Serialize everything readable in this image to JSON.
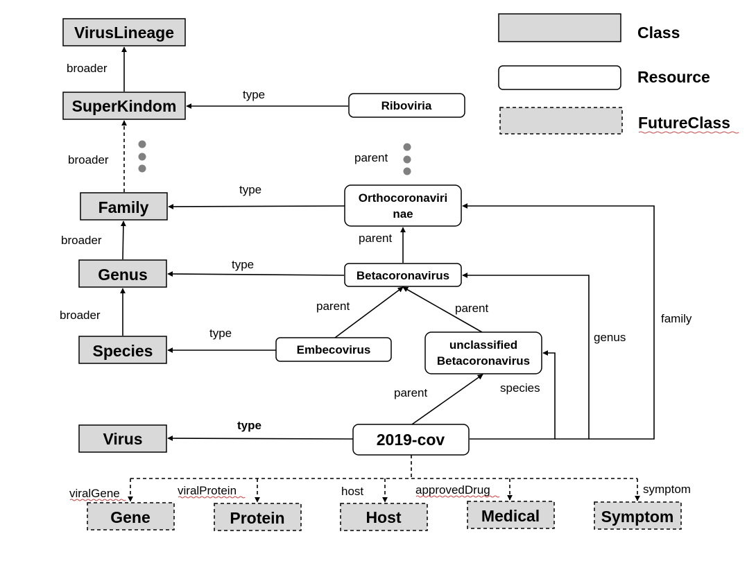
{
  "legend": {
    "class": "Class",
    "resource": "Resource",
    "future_class": "FutureClass"
  },
  "classes": {
    "virus_lineage": "VirusLineage",
    "super_kingdom": "SuperKindom",
    "family": "Family",
    "genus": "Genus",
    "species": "Species",
    "virus": "Virus"
  },
  "future_classes": {
    "gene": "Gene",
    "protein": "Protein",
    "host": "Host",
    "medical": "Medical",
    "symptom": "Symptom"
  },
  "resources": {
    "riboviria": "Riboviria",
    "orthocoronavirinae_line1": "Orthocoronaviri",
    "orthocoronavirinae_line2": "nae",
    "betacoronavirus": "Betacoronavirus",
    "embecovirus": "Embecovirus",
    "unclassified_line1": "unclassified",
    "unclassified_line2": "Betacoronavirus",
    "cov2019": "2019-cov"
  },
  "edge_labels": {
    "broader_lineage": "broader",
    "broader_superkingdom": "broader",
    "broader_family": "broader",
    "broader_genus": "broader",
    "type_riboviria": "type",
    "type_ortho": "type",
    "type_beta": "type",
    "type_embe": "type",
    "type_cov": "type",
    "parent_top": "parent",
    "parent_ortho": "parent",
    "parent_embe": "parent",
    "parent_unclassified": "parent",
    "parent_cov": "parent",
    "genus": "genus",
    "family": "family",
    "species": "species",
    "viral_gene": "viralGene",
    "viral_protein": "viralProtein",
    "host": "host",
    "approved_drug": "approvedDrug",
    "symptom": "symptom"
  },
  "colors": {
    "class_fill": "#d9d9d9",
    "resource_fill": "#ffffff",
    "stroke": "#000000",
    "ellipsis_dots": "#808080"
  }
}
